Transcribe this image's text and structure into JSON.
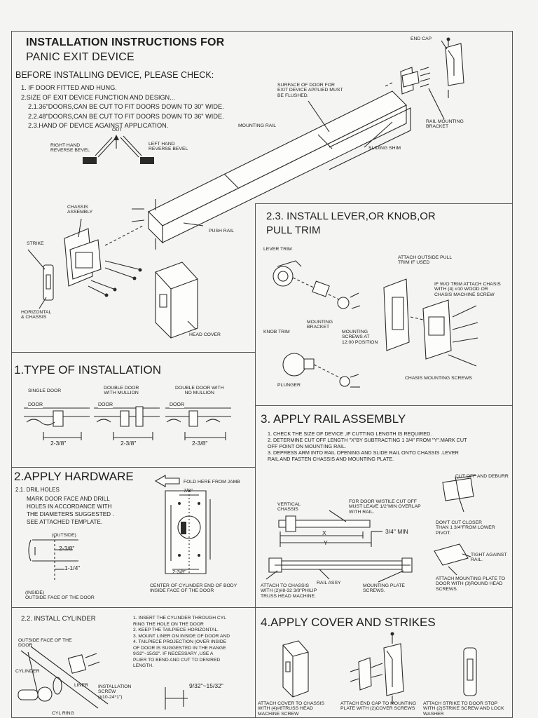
{
  "header": {
    "title_line1": "INSTALLATION INSTRUCTIONS FOR",
    "title_line2": "PANIC EXIT DEVICE",
    "check_heading": "BEFORE INSTALLING DEVICE, PLEASE CHECK:",
    "check_items": [
      "1. IF DOOR FITTED AND HUNG.",
      "2.SIZE OF EXIT DEVICE FUNCTION AND DESIGN...",
      "2.1.36\"DOORS,CAN BE CUT TO FIT DOORS DOWN TO 30\" WIDE.",
      "2.2.48\"DOORS,CAN BE CUT TO FIT DOORS DOWN  TO 36\" WIDE.",
      "2.3.HAND OF DEVICE AGAINST APPLICATION."
    ]
  },
  "main_diagram": {
    "labels": {
      "end_cap": "END CAP",
      "surface": "SURFACE OF DOOR FOR\nEXIT DEVICE APPLIED MUST\nBE FLUSHED.",
      "mounting_rail": "MOUNTING RAIL",
      "rail_bracket": "RAIL MOUNTING\nBRACKET",
      "sliding_shim": "SLIDING SHIM",
      "out": "OUT",
      "right_hand": "RIGHT HAND\nREVERSE BEVEL",
      "left_hand": "LEFT HAND\nREVERSE BEVEL",
      "chassis_assembly": "CHASSIS\nASSEMBLY",
      "push_rail": "PUSH RAIL",
      "strike": "STRIKE",
      "horizontal_chassis": "HORIZONTAL\n& CHASSIS",
      "head_cover": "HEAD COVER"
    }
  },
  "trim": {
    "heading_line1": "2.3.  INSTALL  LEVER,OR KNOB,OR",
    "heading_line2": "PULL TRIM",
    "labels": {
      "lever_trim": "LEVER TRIM",
      "attach_outside": "ATTACH OUTSIDE PULL\nTRIM IF USED",
      "wo_trim": "IF W/O TRIM ATTACH CHASIS\nWITH (4) #10 WOOD OR\nCHASIS MACHINE SCREW",
      "mounting_bracket": "MOUNTING\nBRACKET",
      "mounting_screws": "MOUNTING\nSCREWS AT\n12:00 POSITION",
      "knob_trim": "KNOB TRIM",
      "plunger": "PLUNGER",
      "chasis_screws": "CHASIS MOUNTING SCREWS"
    }
  },
  "type_install": {
    "heading": "1.TYPE OF INSTALLATION",
    "items": [
      {
        "label": "SINGLE DOOR",
        "door": "DOOR",
        "dim": "2-3/8\""
      },
      {
        "label": "DOUBLE DOOR\nWITH MULLION",
        "door": "DOOR",
        "dim": "2-3/8\""
      },
      {
        "label": "DOUBLE DOOR WITH\nNO MULLION",
        "door": "DOOR",
        "dim": "2-3/8\""
      }
    ]
  },
  "rail": {
    "heading": "3. APPLY RAIL ASSEMBLY",
    "steps": [
      "1.    CHECK THE SIZE OF DEVICE ,IF CUTTING LENGTH IS REQUIRED.",
      "2.    DETERMINE CUT OFF LENGTH \"X\"BY SUBTRACTING 1 3/4\" FROM \"Y\".MARK CUT\n        OFF POINT ON MOUNTING RAIL.",
      "3.    DEPRESS ARM INTO RAIL OPENING AND SLIDE RAIL ONTO CHASSIS .LEVER\n        RAIL AND FASTEN CHASSIS AND MOUNTING PLATE."
    ],
    "labels": {
      "cut_off": "CUT OFF AND DEBURR",
      "vertical": "VERTICAL\nCHASSIS",
      "wistile": "FOR DOOR WISTILE CUT OFF\nMUST LEAVE 1/2\"MIN OVERLAP\nWITH RAIL.",
      "dont_cut": "DON'T CUT CLOSER\nTHAN 1 3/4\"FROM LOWER\nPIVOT.",
      "min": "3/4\" MIN",
      "x": "X",
      "y": "Y",
      "tight": "TIGHT AGAINST\nRAIL.",
      "attach_chassis": "ATTACH TO CHASSIS\nWITH (2)#8-32 3/8\"PHILIP\nTRUSS HEAD MACHINE.",
      "rail_assy": "RAIL ASSY",
      "mounting_plate_screws": "MOUNTING PLATE\nSCREWS.",
      "attach_plate": "ATTACH MOUNTING PLATE TO\nDOOR WITH (3)ROUND HEAD\nSCREWS."
    }
  },
  "hardware": {
    "heading": "2.APPLY HARDWARE",
    "sub": "2.1. DRIL HOLES",
    "text": "MARK DOOR FACE AND DRILL\nHOLES IN ACCORDANCE WITH\nTHE DIAMETERS SUGGESTED .\nSEE ATTACHED TEMPLATE.",
    "fold": "FOLD HERE FROM JAMB",
    "outside": "(OUTSIDE)",
    "inside": "(INSIDE)\nOUTSIDE FACE OF THE DOOR",
    "dim_a": "2-3/8\"",
    "dim_b": "1-1/4\"",
    "dim_c": "2-3/8\"",
    "dim_top": "7/8\"",
    "center": "CENTER OF CYLINDER END OF BODY\nINSIDE FACE OF THE DOOR"
  },
  "cylinder": {
    "heading": "2.2.  INSTALL CYLINDER",
    "steps": [
      "1.     INSERT THE CYLINDER THROUGH CYL\n         RING THE HOLE ON   THE DOOR",
      "2.     KEEP THE TAILPIECE HORIZONTAL.",
      "3.      MOUNT LINER ON INSIDE OF DOOR AND",
      "4.     TAILPIECE PROJECTION (OVER INSIDE\n         OF DOOR IS SUGGESTED IN THE RANGE\n         9/32\"~15/32\". IF NECESSARY ,USE A\n         PLIER TO BEND AND CUT TO DESIRED\n         LENGTH."
    ],
    "labels": {
      "outside_face": "OUTSIDE FACE OF THE\nDOOR",
      "cylinder": "CYLINDER",
      "liner": "LINER",
      "install_screw": "INSTALLATION\nSCREW\n(#10-24*1\")",
      "cyl_ring": "CYL RING",
      "range": "9/32\"~15/32\""
    }
  },
  "cover": {
    "heading": "4.APPLY COVER AND STRIKES",
    "captions": [
      "ATTACH COVER TO CHASSIS\nWITH (4)#8TRUSS HEAD\nMACHINE SCREW",
      "ATTACH END CAP TO MOUNTING\nPLATE WITH (2)COVER SCREWS",
      "ATTACH STRIKE TO DOOR STOP\nWITH (2)STRIKE  SCREW AND LOCK\nWASHER"
    ]
  }
}
